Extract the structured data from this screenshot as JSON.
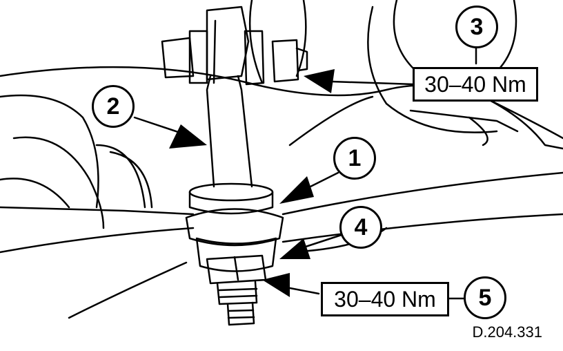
{
  "callouts": [
    "1",
    "2",
    "3",
    "4",
    "5"
  ],
  "torque_spec_upper": "30–40 Nm",
  "torque_spec_lower": "30–40 Nm",
  "drawing_reference": "D.204.331"
}
